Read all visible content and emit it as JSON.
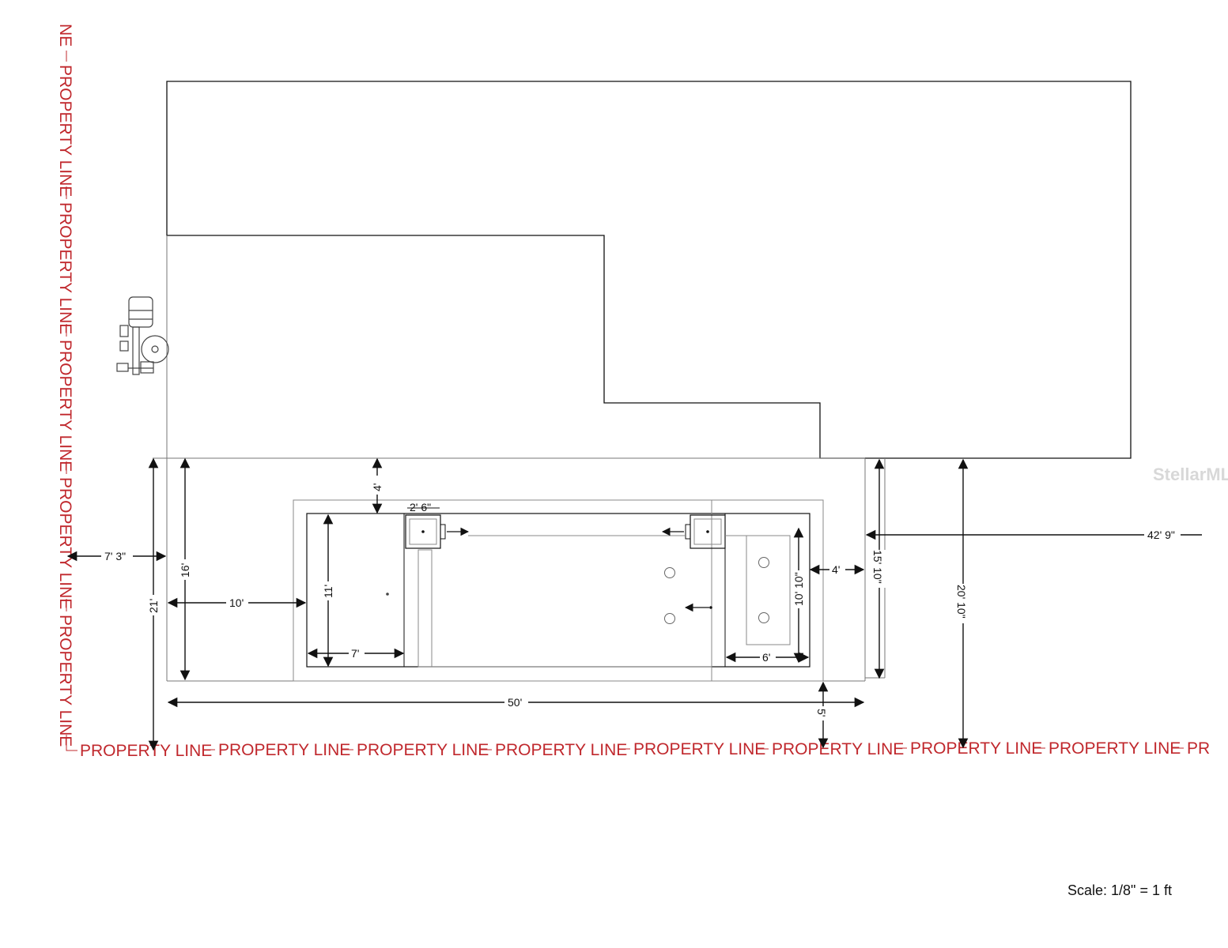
{
  "site_plan": {
    "scale_label": "Scale: 1/8\" = 1 ft",
    "watermark": "StellarMLS",
    "property_line": {
      "left_prefix": "NE",
      "label": "PROPERTY LINE",
      "bottom_tail": "PR"
    },
    "dimensions": {
      "house_to_pool_gap": "4'",
      "spa_width": "2' 6\"",
      "left_setback": "7' 3\"",
      "deck_depth": "16'",
      "left_overall": "21'",
      "left_deck_width": "10'",
      "shallow_area_length": "11'",
      "steps_width": "7'",
      "right_bench_length": "10' 10\"",
      "right_bench_width": "6'",
      "right_deck_width": "4'",
      "right_depth": "15' 10\"",
      "right_overall": "20' 10\"",
      "distance_right": "42' 9\"",
      "overall_width": "50'",
      "rear_setback": "5'"
    },
    "colors": {
      "property_line": "#c0282d",
      "lines": "#111111",
      "pool_outline": "#888888"
    }
  }
}
